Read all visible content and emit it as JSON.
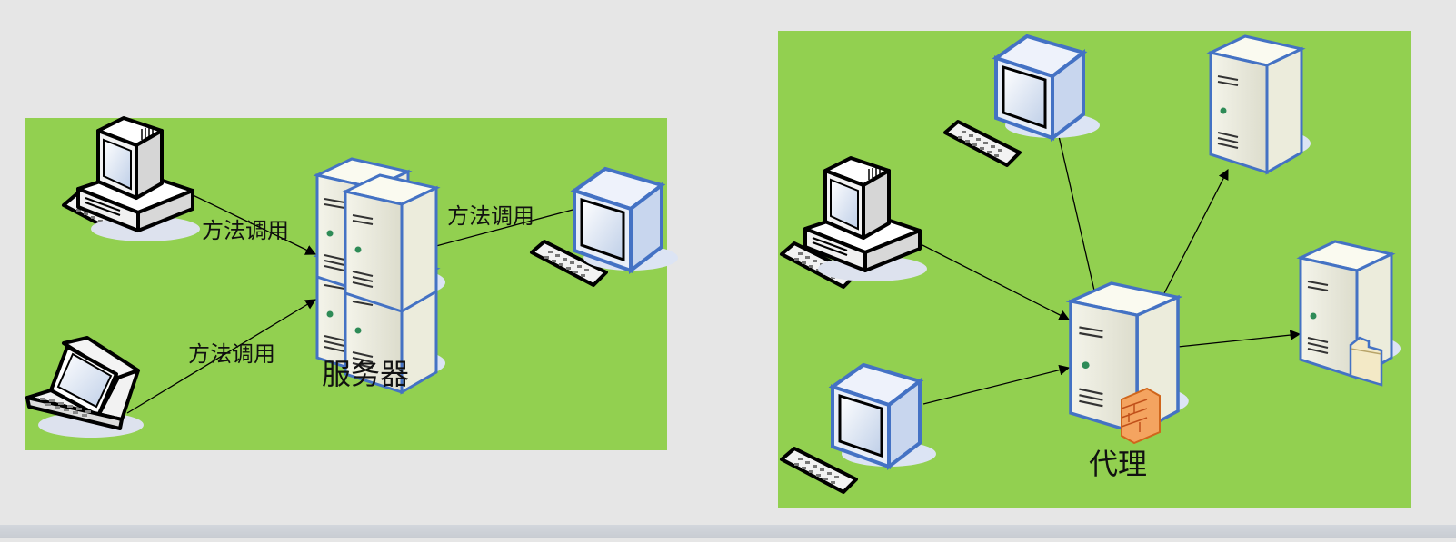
{
  "left_diagram": {
    "server_label": "服务器",
    "edge_labels": [
      "方法调用",
      "方法调用",
      "方法调用"
    ]
  },
  "right_diagram": {
    "proxy_label": "代理"
  },
  "colors": {
    "panel_green": "#92d050",
    "page_background": "#e6e6e6",
    "device_outline": "#4472c4",
    "tower_fill": "#eeeee0",
    "firewall": "#f4a460"
  }
}
